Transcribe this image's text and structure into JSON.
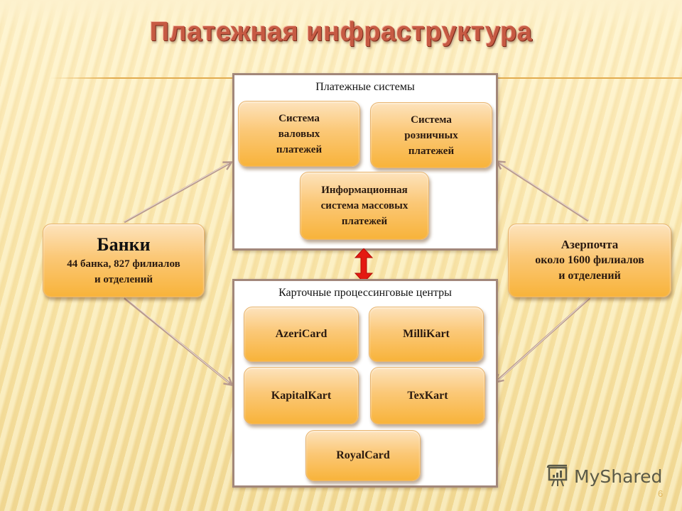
{
  "slide": {
    "title": "Платежная инфраструктура",
    "page_number": "6",
    "watermark": "MyShared"
  },
  "payment_systems": {
    "title": "Платежные системы",
    "nodes": [
      {
        "lines": [
          "Система",
          "валовых",
          "платежей"
        ]
      },
      {
        "lines": [
          "Система",
          "розничных",
          "платежей"
        ]
      },
      {
        "lines": [
          "Информационная",
          "система массовых",
          "платежей"
        ]
      }
    ]
  },
  "card_centers": {
    "title": "Карточные процессинговые центры",
    "nodes": [
      {
        "label": "AzeriCard"
      },
      {
        "label": "MilliKart"
      },
      {
        "label": "KapitalKart"
      },
      {
        "label": "TexKart"
      },
      {
        "label": "RoyalCard"
      }
    ]
  },
  "banks": {
    "title": "Банки",
    "lines": [
      "44 банка, 827 филиалов",
      "и отделений"
    ]
  },
  "azerpost": {
    "title": "Азерпочта",
    "lines": [
      "около 1600 филиалов",
      "и отделений"
    ]
  },
  "colors": {
    "node_fill_top": "#fde3bd",
    "node_fill_bottom": "#f8b33a",
    "panel_border": "#a2877a",
    "title_color": "#c65a43",
    "connector_arrow": "#b89a8e",
    "link_arrow": "#e01010"
  },
  "icons": {
    "connector": "arrow-icon",
    "bidirectional": "double-arrow-icon",
    "watermark_logo": "presentation-board-icon"
  }
}
